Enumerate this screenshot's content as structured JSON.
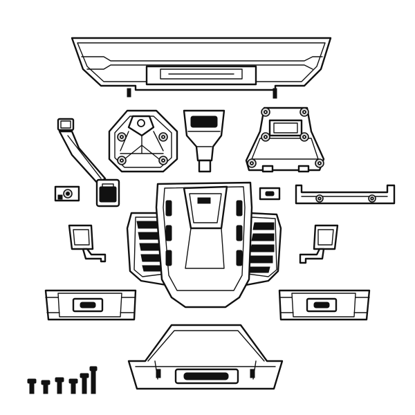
{
  "diagram": {
    "style": "line-art exploded parts illustration",
    "colors": {
      "background": "#ffffff",
      "line": "#111111",
      "shade": "#d9d9d9"
    },
    "parts": [
      "front-bumper-top",
      "hood-hinge-bracket",
      "led-light-pod-cluster",
      "hood-latch-block",
      "winch-mount-plate",
      "steering-link-arm",
      "small-mount-bracket-left",
      "small-mount-bracket-center",
      "rear-tow-bar",
      "hood-scoop",
      "vent-louver-left",
      "vent-louver-right",
      "side-mirror-left",
      "side-mirror-right",
      "side-step-left",
      "side-step-right",
      "rear-bumper-bottom",
      "screw-set"
    ]
  }
}
